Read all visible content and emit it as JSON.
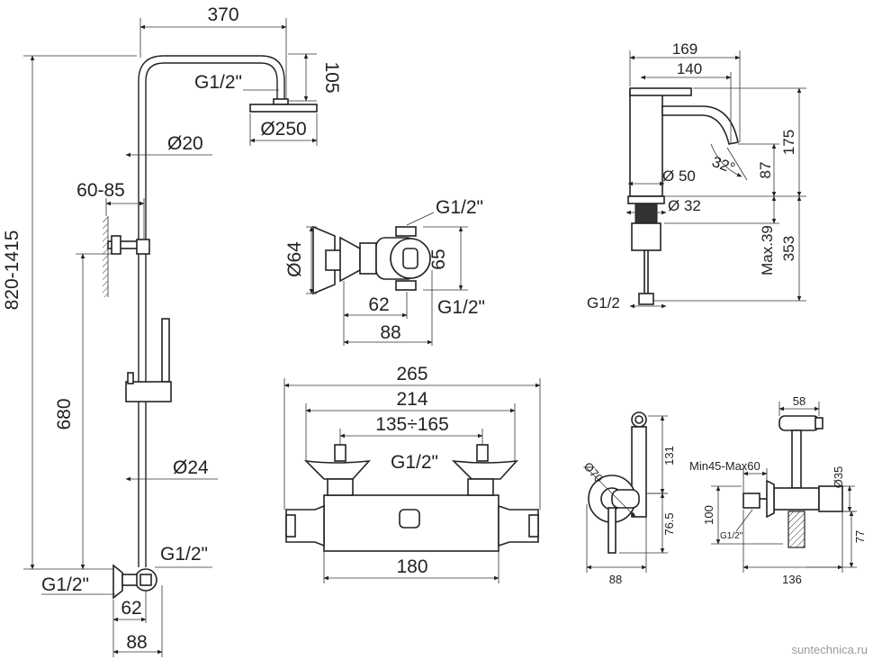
{
  "dims": {
    "shower_width": "370",
    "shower_arm_drop": "105",
    "head_thread": "G1/2\"",
    "head_diameter": "Ø250",
    "pipe_diameter": "Ø20",
    "wall_offset": "60-85",
    "total_height": "820-1415",
    "holder_height": "680",
    "lower_pipe_diameter": "Ø24",
    "lower_thread_right": "G1/2\"",
    "lower_thread_left": "G1/2\"",
    "base_62": "62",
    "base_88": "88",
    "valve_side_thread_top": "G1/2\"",
    "valve_side_diameter": "Ø64",
    "valve_side_65": "65",
    "valve_side_62": "62",
    "valve_side_thread_bottom": "G1/2\"",
    "valve_side_88": "88",
    "mixer_265": "265",
    "mixer_214": "214",
    "mixer_spacing": "135÷165",
    "mixer_thread": "G1/2\"",
    "mixer_180": "180",
    "tap_169": "169",
    "tap_140": "140",
    "tap_175": "175",
    "tap_angle": "32°",
    "tap_87": "87",
    "tap_base_diameter": "Ø 50",
    "tap_shank_diameter": "Ø 32",
    "tap_max39": "Max.39",
    "tap_353": "353",
    "tap_thread": "G1/2",
    "bidet_131": "131",
    "bidet_d70": "Ø70",
    "bidet_765": "76.5",
    "bidet_88": "88",
    "spray_58": "58",
    "spray_minmax": "Min45-Max60",
    "spray_d35": "Ø35",
    "spray_100": "100",
    "spray_thread": "G1/2\"",
    "spray_77": "77",
    "spray_136": "136"
  },
  "watermark": "suntechnica.ru"
}
